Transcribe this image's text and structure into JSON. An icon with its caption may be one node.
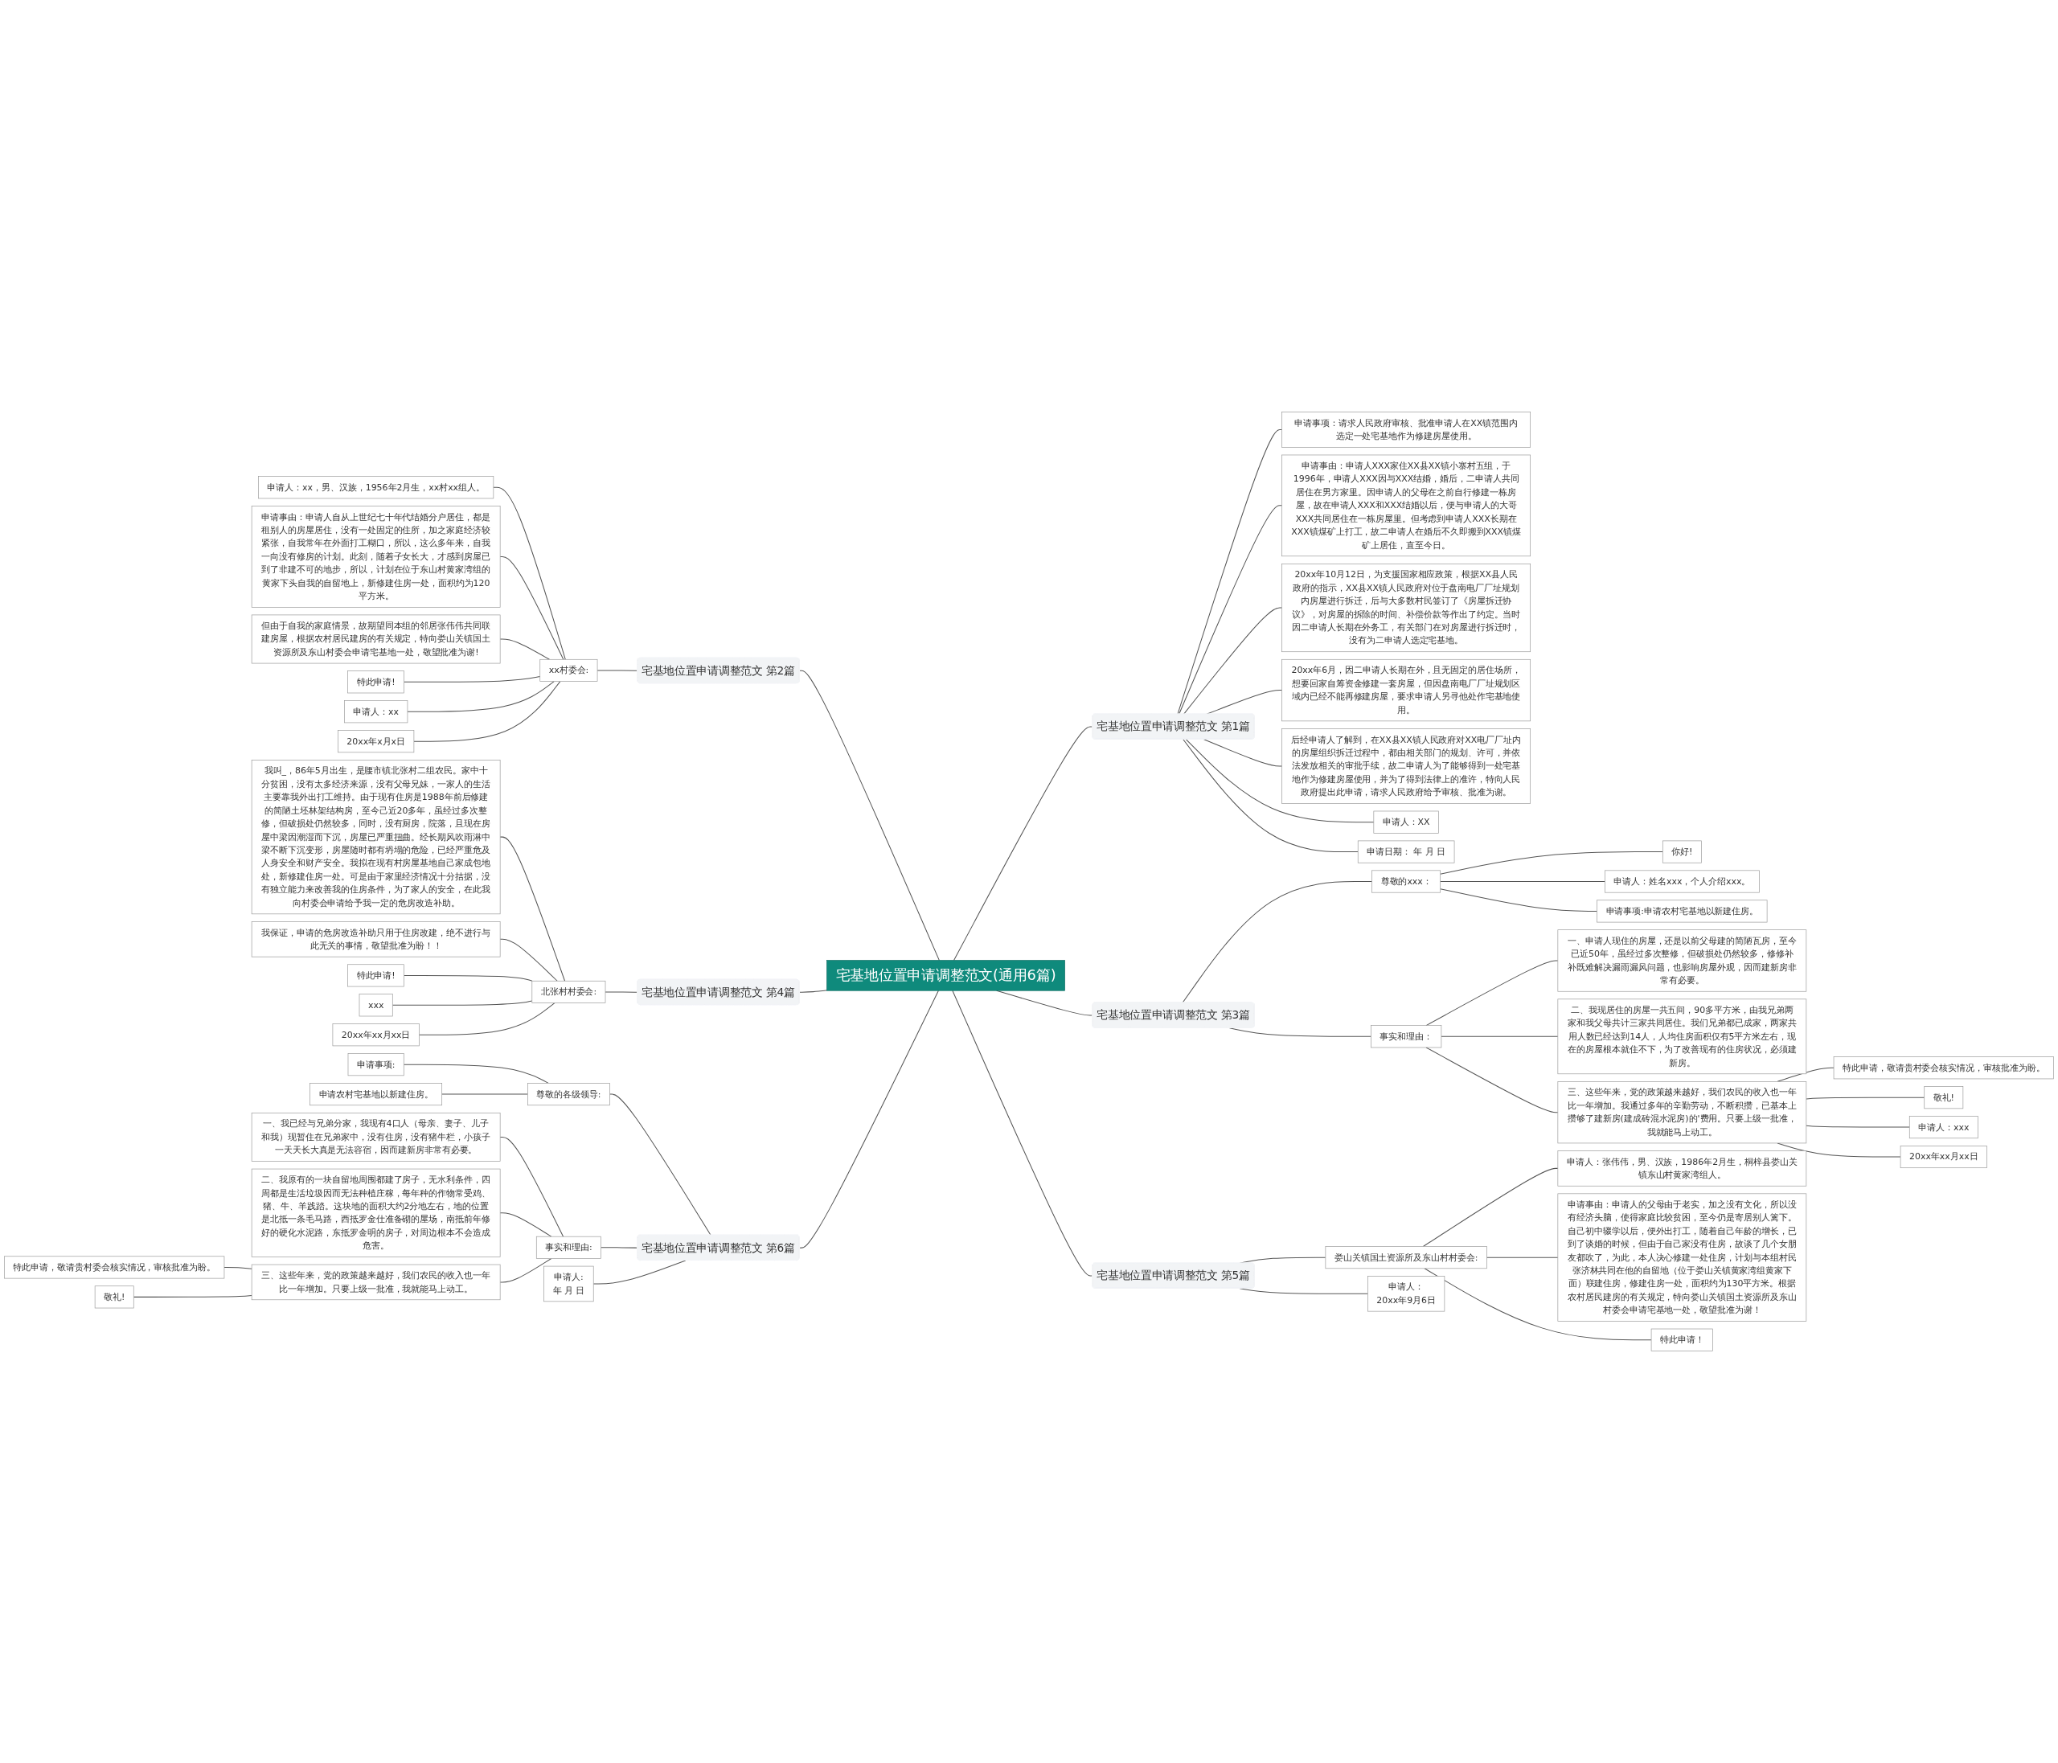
{
  "diagram": {
    "nodes": [
      {
        "text": [
          "宅基地位置申请调整范文(通用6篇)"
        ]
      },
      {
        "text": [
          "宅基地位置申请调整范文 第1篇"
        ]
      },
      {
        "text": [
          "申请事项：请求人民政府审核、批准申请人在XX镇范围内选定一处宅基地作为修建房屋使用。"
        ]
      },
      {
        "text": [
          "申请事由：申请人XXX家住XX县XX镇小寨村五组，于1996年，申请人XXX因与XXX结婚，婚后，二申请人共同居住在男方家里。因申请人的父母在之前自行修建一栋房屋，故在申请人XXX和XXX结婚以后，便与申请人的大哥XXX共同居住在一栋房屋里。但考虑到申请人XXX长期在XXX镇煤矿上打工，故二申请人在婚后不久即搬到XXX镇煤矿上居住，直至今日。"
        ]
      },
      {
        "text": [
          "20xx年10月12日，为支援国家相应政策，根据XX县人民政府的指示，XX县XX镇人民政府对位于盘南电厂厂址规划内房屋进行拆迁，后与大多数村民签订了《房屋拆迁协议》，对房屋的拆除的时间、补偿价款等作出了约定。当时因二申请人长期在外务工，有关部门在对房屋进行拆迁时，没有为二申请人选定宅基地。"
        ]
      },
      {
        "text": [
          "20xx年6月，因二申请人长期在外，且无固定的居住场所，想要回家自筹资金修建一套房屋，但因盘南电厂厂址规划区域内已经不能再修建房屋，要求申请人另寻他处作宅基地使用。"
        ]
      },
      {
        "text": [
          "后经申请人了解到，在XX县XX镇人民政府对XX电厂厂址内的房屋组织拆迁过程中，都由相关部门的规划、许可，并依法发放相关的审批手续，故二申请人为了能够得到一处宅基地作为修建房屋使用，并为了得到法律上的准许，特向人民政府提出此申请，请求人民政府给予审核、批准为谢。"
        ]
      },
      {
        "text": [
          "申请人：XX"
        ]
      },
      {
        "text": [
          "申请日期： 年 月 日"
        ]
      },
      {
        "text": [
          "宅基地位置申请调整范文 第2篇"
        ]
      },
      {
        "text": [
          "xx村委会:"
        ]
      },
      {
        "text": [
          "申请人：xx，男、汉族，1956年2月生，xx村xx组人。"
        ]
      },
      {
        "text": [
          "申请事由：申请人自从上世纪七十年代结婚分户居住，都是租别人的房屋居住，没有一处固定的住所，加之家庭经济较紧张，自我常年在外面打工糊口，所以，这么多年来，自我一向没有修房的计划。此刻，随着子女长大，才感到房屋已到了非建不可的地步，所以，计划在位于东山村黄家湾组的黄家下头自我的自留地上，新修建住房一处，面积约为120平方米。"
        ]
      },
      {
        "text": [
          "但由于自我的家庭情景，故期望同本组的邻居张伟伟共同联建房屋，根据农村居民建房的有关规定，特向娄山关镇国土资源所及东山村委会申请宅基地一处，敬望批准为谢!"
        ]
      },
      {
        "text": [
          "特此申请!"
        ]
      },
      {
        "text": [
          "申请人：xx"
        ]
      },
      {
        "text": [
          "20xx年x月x日"
        ]
      },
      {
        "text": [
          "宅基地位置申请调整范文 第3篇"
        ]
      },
      {
        "text": [
          "尊敬的xxx："
        ]
      },
      {
        "text": [
          "你好!"
        ]
      },
      {
        "text": [
          "申请人：姓名xxx，个人介绍xxx。"
        ]
      },
      {
        "text": [
          "申请事项:申请农村宅基地以新建住房。"
        ]
      },
      {
        "text": [
          "事实和理由："
        ]
      },
      {
        "text": [
          "一、申请人现住的房屋，还是以前父母建的简陋瓦房，至今已近50年，虽经过多次整修，但破损处仍然较多，修修补补既难解决漏雨漏风问题，也影响房屋外观，因而建新房非常有必要。"
        ]
      },
      {
        "text": [
          "二、我现居住的房屋一共五间，90多平方米，由我兄弟两家和我父母共计三家共同居住。我们兄弟都已成家，两家共用人数已经达到14人，人均住房面积仅有5平方米左右，现在的房屋根本就住不下，为了改善现有的住房状况，必须建新房。"
        ]
      },
      {
        "text": [
          "三、这些年来，党的政策越来越好，我们农民的收入也一年比一年增加。我通过多年的辛勤劳动，不断积攒，已基本上攒够了建新房(建成砖混水泥房)的'费用。只要上级一批准，我就能马上动工。"
        ]
      },
      {
        "text": [
          "特此申请，敬请贵村委会核实情况，审核批准为盼。"
        ]
      },
      {
        "text": [
          "敬礼!"
        ]
      },
      {
        "text": [
          "申请人：xxx"
        ]
      },
      {
        "text": [
          "20xx年xx月xx日"
        ]
      },
      {
        "text": [
          "宅基地位置申请调整范文 第4篇"
        ]
      },
      {
        "text": [
          "北张村村委会:"
        ]
      },
      {
        "text": [
          "我叫_，86年5月出生，是腰市镇北张村二组农民。家中十分贫困，没有太多经济来源，没有父母兄妹，一家人的生活主要靠我外出打工维持。由于现有住房是1988年前后修建的简陋土坯林架结构房，至今己近20多年，虽经过多次整修，但破损处仍然较多，同时，没有厨房，院落，且现在房屋中梁因潮湿而下沉，房屋已严重扭曲。经长期风吹雨淋中梁不断下沉变形，房屋随时都有坍塌的危险，已经严重危及人身安全和财产安全。我拟在现有村房屋基地自己家成包地处，新修建住房一处。可是由于家里经济情况十分拮据，没有独立能力来改善我的住房条件，为了家人的安全，在此我向村委会申请给予我一定的危房改造补助。"
        ]
      },
      {
        "text": [
          "我保证，申请的危房改造补助只用于住房改建，绝不进行与此无关的事情，敬望批准为盼！！"
        ]
      },
      {
        "text": [
          "特此申请!"
        ]
      },
      {
        "text": [
          "xxx"
        ]
      },
      {
        "text": [
          "20xx年xx月xx日"
        ]
      },
      {
        "text": [
          "宅基地位置申请调整范文 第5篇"
        ]
      },
      {
        "text": [
          "娄山关镇国土资源所及东山村村委会:"
        ]
      },
      {
        "text": [
          "申请人：张伟伟，男、汉族，1986年2月生，桐梓县娄山关镇东山村黄家湾组人。"
        ]
      },
      {
        "text": [
          "申请事由：申请人的父母由于老实，加之没有文化，所以没有经济头脑，使得家庭比较贫困，至今仍是寄居别人篱下。自己初中辍学以后，便外出打工，随着自己年龄的增长，已到了谈婚的时候，但由于自己家没有住房，故谈了几个女朋友都吹了，为此，本人决心修建一处住房，计划与本组村民张济林共同在他的自留地（位于娄山关镇黄家湾组黄家下面）联建住房，修建住房一处，面积约为130平方米。根据农村居民建房的有关规定，特向娄山关镇国土资源所及东山村委会申请宅基地一处，敬望批准为谢！"
        ]
      },
      {
        "text": [
          "特此申请！"
        ]
      },
      {
        "text": [
          "申请人：",
          "20xx年9月6日"
        ]
      },
      {
        "text": [
          "宅基地位置申请调整范文 第6篇"
        ]
      },
      {
        "text": [
          "尊敬的各级领导:"
        ]
      },
      {
        "text": [
          "申请事项:"
        ]
      },
      {
        "text": [
          "申请农村宅基地以新建住房。"
        ]
      },
      {
        "text": [
          "事实和理由:"
        ]
      },
      {
        "text": [
          "一、我已经与兄弟分家，我现有4口人（母亲、妻子、儿子和我）现暂住在兄弟家中，没有住房，没有猪牛栏，小孩子一天天长大真是无法容宿，因而建新房非常有必要。"
        ]
      },
      {
        "text": [
          "二、我原有的一块自留地周围都建了房子，无水利条件，四周都是生活垃圾因而无法种植庄稼，每年种的作物常受鸡、猪、牛、羊践踏。这块地的面积大约2分地左右，地的位置是北抵一条毛马路，西抵罗金仕准备砌的屋场，南抵前年修好的硬化水泥路，东抵罗金明的房子，对周边根本不会造成危害。"
        ]
      },
      {
        "text": [
          "三、这些年来，党的政策越来越好，我们农民的收入也一年比一年增加。只要上级一批准，我就能马上动工。"
        ]
      },
      {
        "text": [
          "特此申请，敬请贵村委会核实情况，审核批准为盼。"
        ]
      },
      {
        "text": [
          "敬礼!"
        ]
      },
      {
        "text": [
          "申请人:",
          "年 月 日"
        ]
      }
    ],
    "edges": [
      {
        "from": 0,
        "to": 1,
        "arrow": "none"
      },
      {
        "from": 1,
        "to": 2,
        "arrow": "none"
      },
      {
        "from": 1,
        "to": 3,
        "arrow": "none"
      },
      {
        "from": 1,
        "to": 4,
        "arrow": "none"
      },
      {
        "from": 1,
        "to": 5,
        "arrow": "none"
      },
      {
        "from": 1,
        "to": 6,
        "arrow": "none"
      },
      {
        "from": 1,
        "to": 7,
        "arrow": "none"
      },
      {
        "from": 1,
        "to": 8,
        "arrow": "none"
      },
      {
        "from": 0,
        "to": 9,
        "arrow": "none"
      },
      {
        "from": 9,
        "to": 10,
        "arrow": "none"
      },
      {
        "from": 10,
        "to": 11,
        "arrow": "none"
      },
      {
        "from": 10,
        "to": 12,
        "arrow": "none"
      },
      {
        "from": 10,
        "to": 13,
        "arrow": "none"
      },
      {
        "from": 10,
        "to": 14,
        "arrow": "none"
      },
      {
        "from": 10,
        "to": 15,
        "arrow": "none"
      },
      {
        "from": 10,
        "to": 16,
        "arrow": "none"
      },
      {
        "from": 0,
        "to": 17,
        "arrow": "none"
      },
      {
        "from": 17,
        "to": 18,
        "arrow": "none"
      },
      {
        "from": 18,
        "to": 19,
        "arrow": "none"
      },
      {
        "from": 18,
        "to": 20,
        "arrow": "none"
      },
      {
        "from": 18,
        "to": 21,
        "arrow": "none"
      },
      {
        "from": 17,
        "to": 22,
        "arrow": "none"
      },
      {
        "from": 22,
        "to": 23,
        "arrow": "none"
      },
      {
        "from": 22,
        "to": 24,
        "arrow": "none"
      },
      {
        "from": 22,
        "to": 25,
        "arrow": "none"
      },
      {
        "from": 25,
        "to": 26,
        "arrow": "none"
      },
      {
        "from": 25,
        "to": 27,
        "arrow": "none"
      },
      {
        "from": 25,
        "to": 28,
        "arrow": "none"
      },
      {
        "from": 25,
        "to": 29,
        "arrow": "none"
      },
      {
        "from": 0,
        "to": 30,
        "arrow": "none"
      },
      {
        "from": 30,
        "to": 31,
        "arrow": "none"
      },
      {
        "from": 31,
        "to": 32,
        "arrow": "none"
      },
      {
        "from": 31,
        "to": 33,
        "arrow": "none"
      },
      {
        "from": 31,
        "to": 34,
        "arrow": "none"
      },
      {
        "from": 31,
        "to": 35,
        "arrow": "none"
      },
      {
        "from": 31,
        "to": 36,
        "arrow": "none"
      },
      {
        "from": 0,
        "to": 37,
        "arrow": "none"
      },
      {
        "from": 37,
        "to": 38,
        "arrow": "none"
      },
      {
        "from": 38,
        "to": 39,
        "arrow": "none"
      },
      {
        "from": 38,
        "to": 40,
        "arrow": "none"
      },
      {
        "from": 38,
        "to": 41,
        "arrow": "none"
      },
      {
        "from": 37,
        "to": 42,
        "arrow": "none"
      },
      {
        "from": 0,
        "to": 43,
        "arrow": "none"
      },
      {
        "from": 43,
        "to": 44,
        "arrow": "none"
      },
      {
        "from": 44,
        "to": 45,
        "arrow": "none"
      },
      {
        "from": 44,
        "to": 46,
        "arrow": "none"
      },
      {
        "from": 43,
        "to": 47,
        "arrow": "none"
      },
      {
        "from": 47,
        "to": 48,
        "arrow": "none"
      },
      {
        "from": 47,
        "to": 49,
        "arrow": "none"
      },
      {
        "from": 47,
        "to": 50,
        "arrow": "none"
      },
      {
        "from": 50,
        "to": 51,
        "arrow": "none"
      },
      {
        "from": 50,
        "to": 52,
        "arrow": "none"
      },
      {
        "from": 43,
        "to": 53,
        "arrow": "none"
      }
    ]
  }
}
